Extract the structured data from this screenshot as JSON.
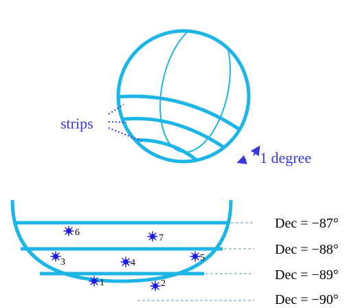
{
  "colors": {
    "sphere": "#1cb5e6",
    "annotation": "#3a36e0",
    "dash": "#5a8fc8",
    "text": "#000000",
    "star_core": "#1a1ae6"
  },
  "top_figure": {
    "strips_label": "strips",
    "degree_label": "1 degree"
  },
  "bottom_figure": {
    "dec_labels": [
      "Dec = −87°",
      "Dec = −88°",
      "Dec = −89°",
      "Dec = −90°"
    ],
    "star_labels": [
      "6",
      "7",
      "3",
      "4",
      "5",
      "1",
      "2"
    ]
  }
}
